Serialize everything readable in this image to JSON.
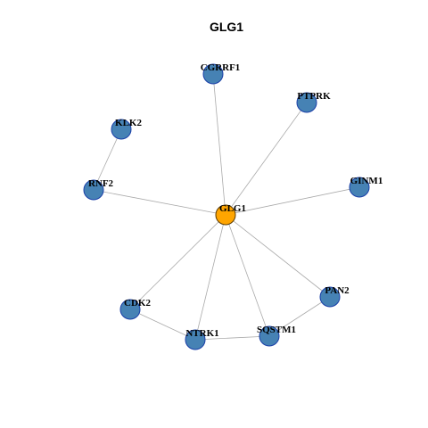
{
  "title": "GLG1",
  "colors": {
    "hub_fill": "#FFA500",
    "hub_stroke": "#5a3a00",
    "node_fill": "#4682B4",
    "node_stroke": "#1a3fa8",
    "edge": "#aaaaaa",
    "background": "#ffffff"
  },
  "nodes": [
    {
      "id": "GLG1",
      "label": "GLG1",
      "role": "hub"
    },
    {
      "id": "CGRRF1",
      "label": "CGRRF1",
      "role": "neighbor"
    },
    {
      "id": "PTPRK",
      "label": "PTPRK",
      "role": "neighbor"
    },
    {
      "id": "KLK2",
      "label": "KLK2",
      "role": "neighbor"
    },
    {
      "id": "RNF2",
      "label": "RNF2",
      "role": "neighbor"
    },
    {
      "id": "GINM1",
      "label": "GINM1",
      "role": "neighbor"
    },
    {
      "id": "PAN2",
      "label": "PAN2",
      "role": "neighbor"
    },
    {
      "id": "CDK2",
      "label": "CDK2",
      "role": "neighbor"
    },
    {
      "id": "SQSTM1",
      "label": "SQSTM1",
      "role": "neighbor"
    },
    {
      "id": "NTRK1",
      "label": "NTRK1",
      "role": "neighbor"
    }
  ],
  "edges": [
    {
      "source": "GLG1",
      "target": "CGRRF1"
    },
    {
      "source": "GLG1",
      "target": "PTPRK"
    },
    {
      "source": "GLG1",
      "target": "RNF2"
    },
    {
      "source": "GLG1",
      "target": "GINM1"
    },
    {
      "source": "GLG1",
      "target": "PAN2"
    },
    {
      "source": "GLG1",
      "target": "CDK2"
    },
    {
      "source": "GLG1",
      "target": "SQSTM1"
    },
    {
      "source": "GLG1",
      "target": "NTRK1"
    },
    {
      "source": "KLK2",
      "target": "RNF2"
    },
    {
      "source": "PAN2",
      "target": "SQSTM1"
    },
    {
      "source": "SQSTM1",
      "target": "NTRK1"
    },
    {
      "source": "NTRK1",
      "target": "CDK2"
    }
  ]
}
